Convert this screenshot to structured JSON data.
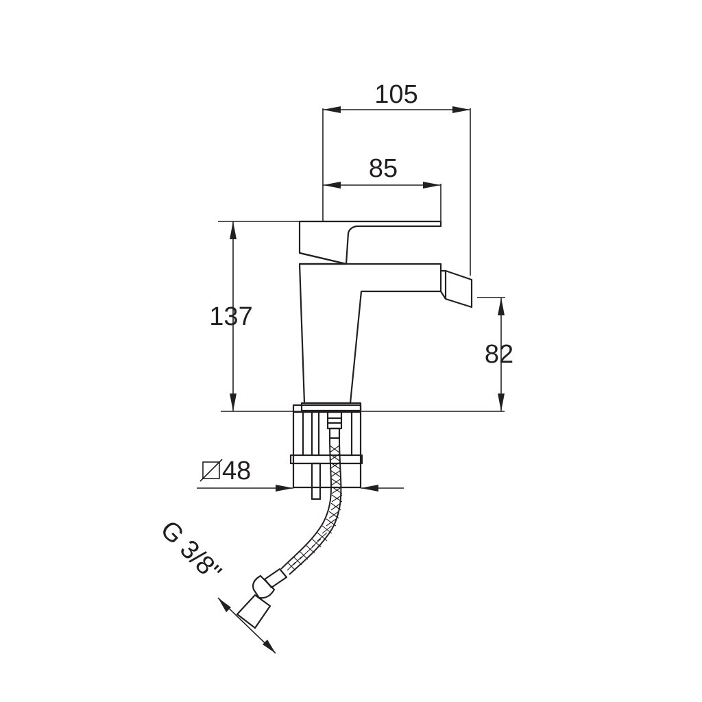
{
  "dimensions": {
    "overall_reach": "105",
    "lever_reach": "85",
    "total_height": "137",
    "spout_height": "82",
    "base_diameter": "48",
    "connection_thread": "G 3/8\""
  },
  "colors": {
    "line": "#231f20",
    "background": "#ffffff"
  }
}
